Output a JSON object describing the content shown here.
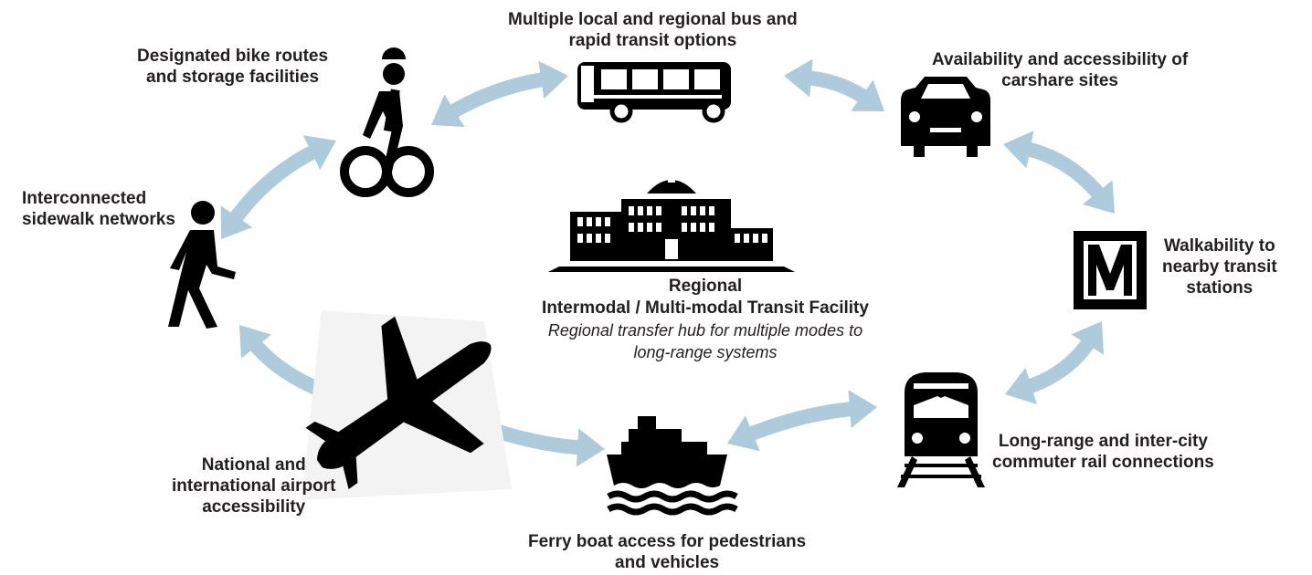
{
  "colors": {
    "arrow": "#aecbdb",
    "icon": "#000000",
    "text": "#231f20"
  },
  "nodes": {
    "bike": {
      "icon": "bicycle-icon",
      "lines": [
        "Designated bike routes",
        "and storage facilities"
      ]
    },
    "bus": {
      "icon": "bus-icon",
      "lines": [
        "Multiple local and regional bus and",
        "rapid transit options"
      ]
    },
    "car": {
      "icon": "car-icon",
      "lines": [
        "Availability and accessibility of",
        "carshare sites"
      ]
    },
    "metro": {
      "icon": "metro-m-icon",
      "glyph": "M",
      "lines": [
        "Walkability to",
        "nearby transit",
        "stations"
      ]
    },
    "rail": {
      "icon": "train-icon",
      "lines": [
        "Long-range and inter-city",
        "commuter rail connections"
      ]
    },
    "ferry": {
      "icon": "ferry-icon",
      "lines": [
        "Ferry boat access for pedestrians",
        "and vehicles"
      ]
    },
    "airport": {
      "icon": "airplane-icon",
      "lines": [
        "National and",
        "international airport",
        "accessibility"
      ]
    },
    "walk": {
      "icon": "pedestrian-icon",
      "lines": [
        "Interconnected",
        "sidewalk networks"
      ]
    }
  },
  "hub": {
    "icon": "transit-facility-building-icon",
    "title_1": "Regional",
    "title_2": "Intermodal / Multi-modal Transit Facility",
    "subtitle_1": "Regional transfer hub for multiple modes to",
    "subtitle_2": "long-range systems"
  }
}
